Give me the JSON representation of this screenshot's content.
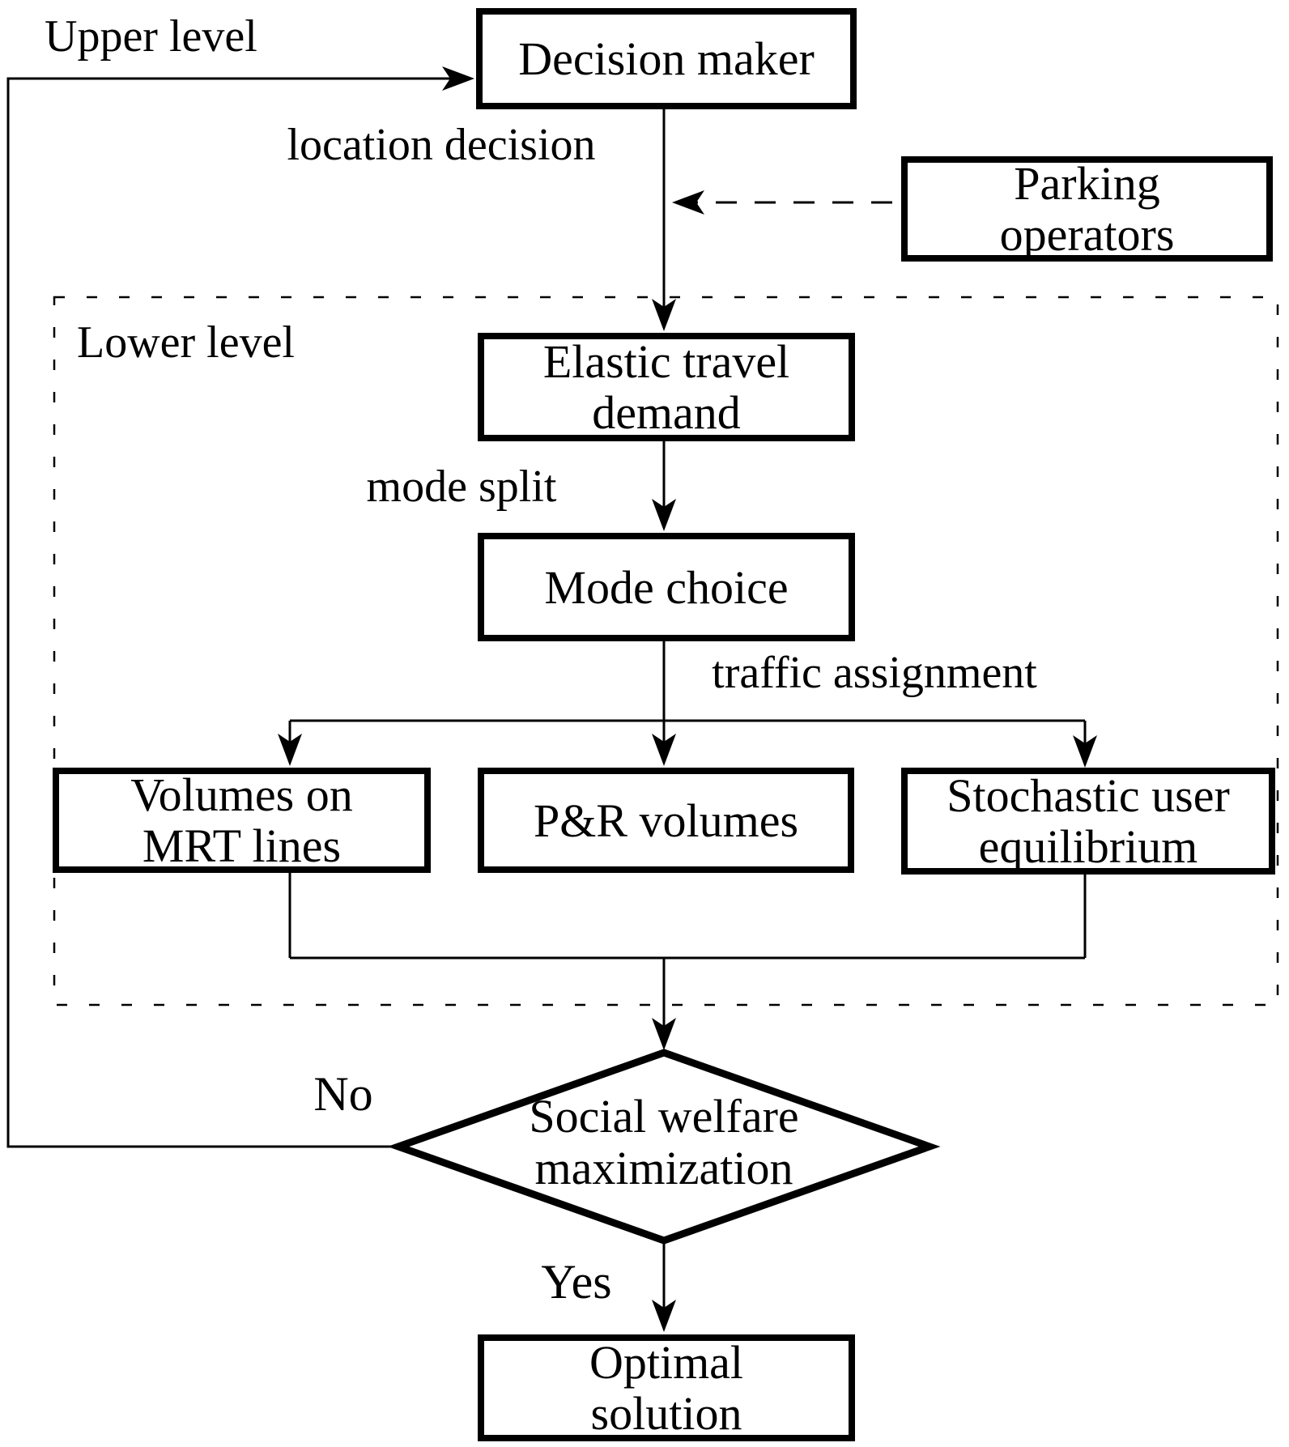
{
  "title": "Bi-level park-and-ride location model flowchart",
  "colors": {
    "ink": "#000000",
    "background": "#ffffff"
  },
  "labels": {
    "upper_level": "Upper level",
    "location_decision": "location decision",
    "lower_level": "Lower level",
    "mode_split": "mode split",
    "traffic_assignment": "traffic assignment",
    "no": "No",
    "yes": "Yes"
  },
  "nodes": {
    "decision_maker": {
      "lines": [
        "Decision maker"
      ]
    },
    "parking_operators": {
      "lines": [
        "Parking",
        "operators"
      ]
    },
    "elastic_demand": {
      "lines": [
        "Elastic travel",
        "demand"
      ]
    },
    "mode_choice": {
      "lines": [
        "Mode choice"
      ]
    },
    "mrt_volumes": {
      "lines": [
        "Volumes on",
        "MRT lines"
      ]
    },
    "pr_volumes": {
      "lines": [
        "P&R volumes"
      ]
    },
    "stochastic_ue": {
      "lines": [
        "Stochastic user",
        "equilibrium"
      ]
    },
    "optimal_solution": {
      "lines": [
        "Optimal",
        "solution"
      ]
    }
  },
  "decision": {
    "diamond_lines": [
      "Social welfare",
      "maximization"
    ]
  }
}
